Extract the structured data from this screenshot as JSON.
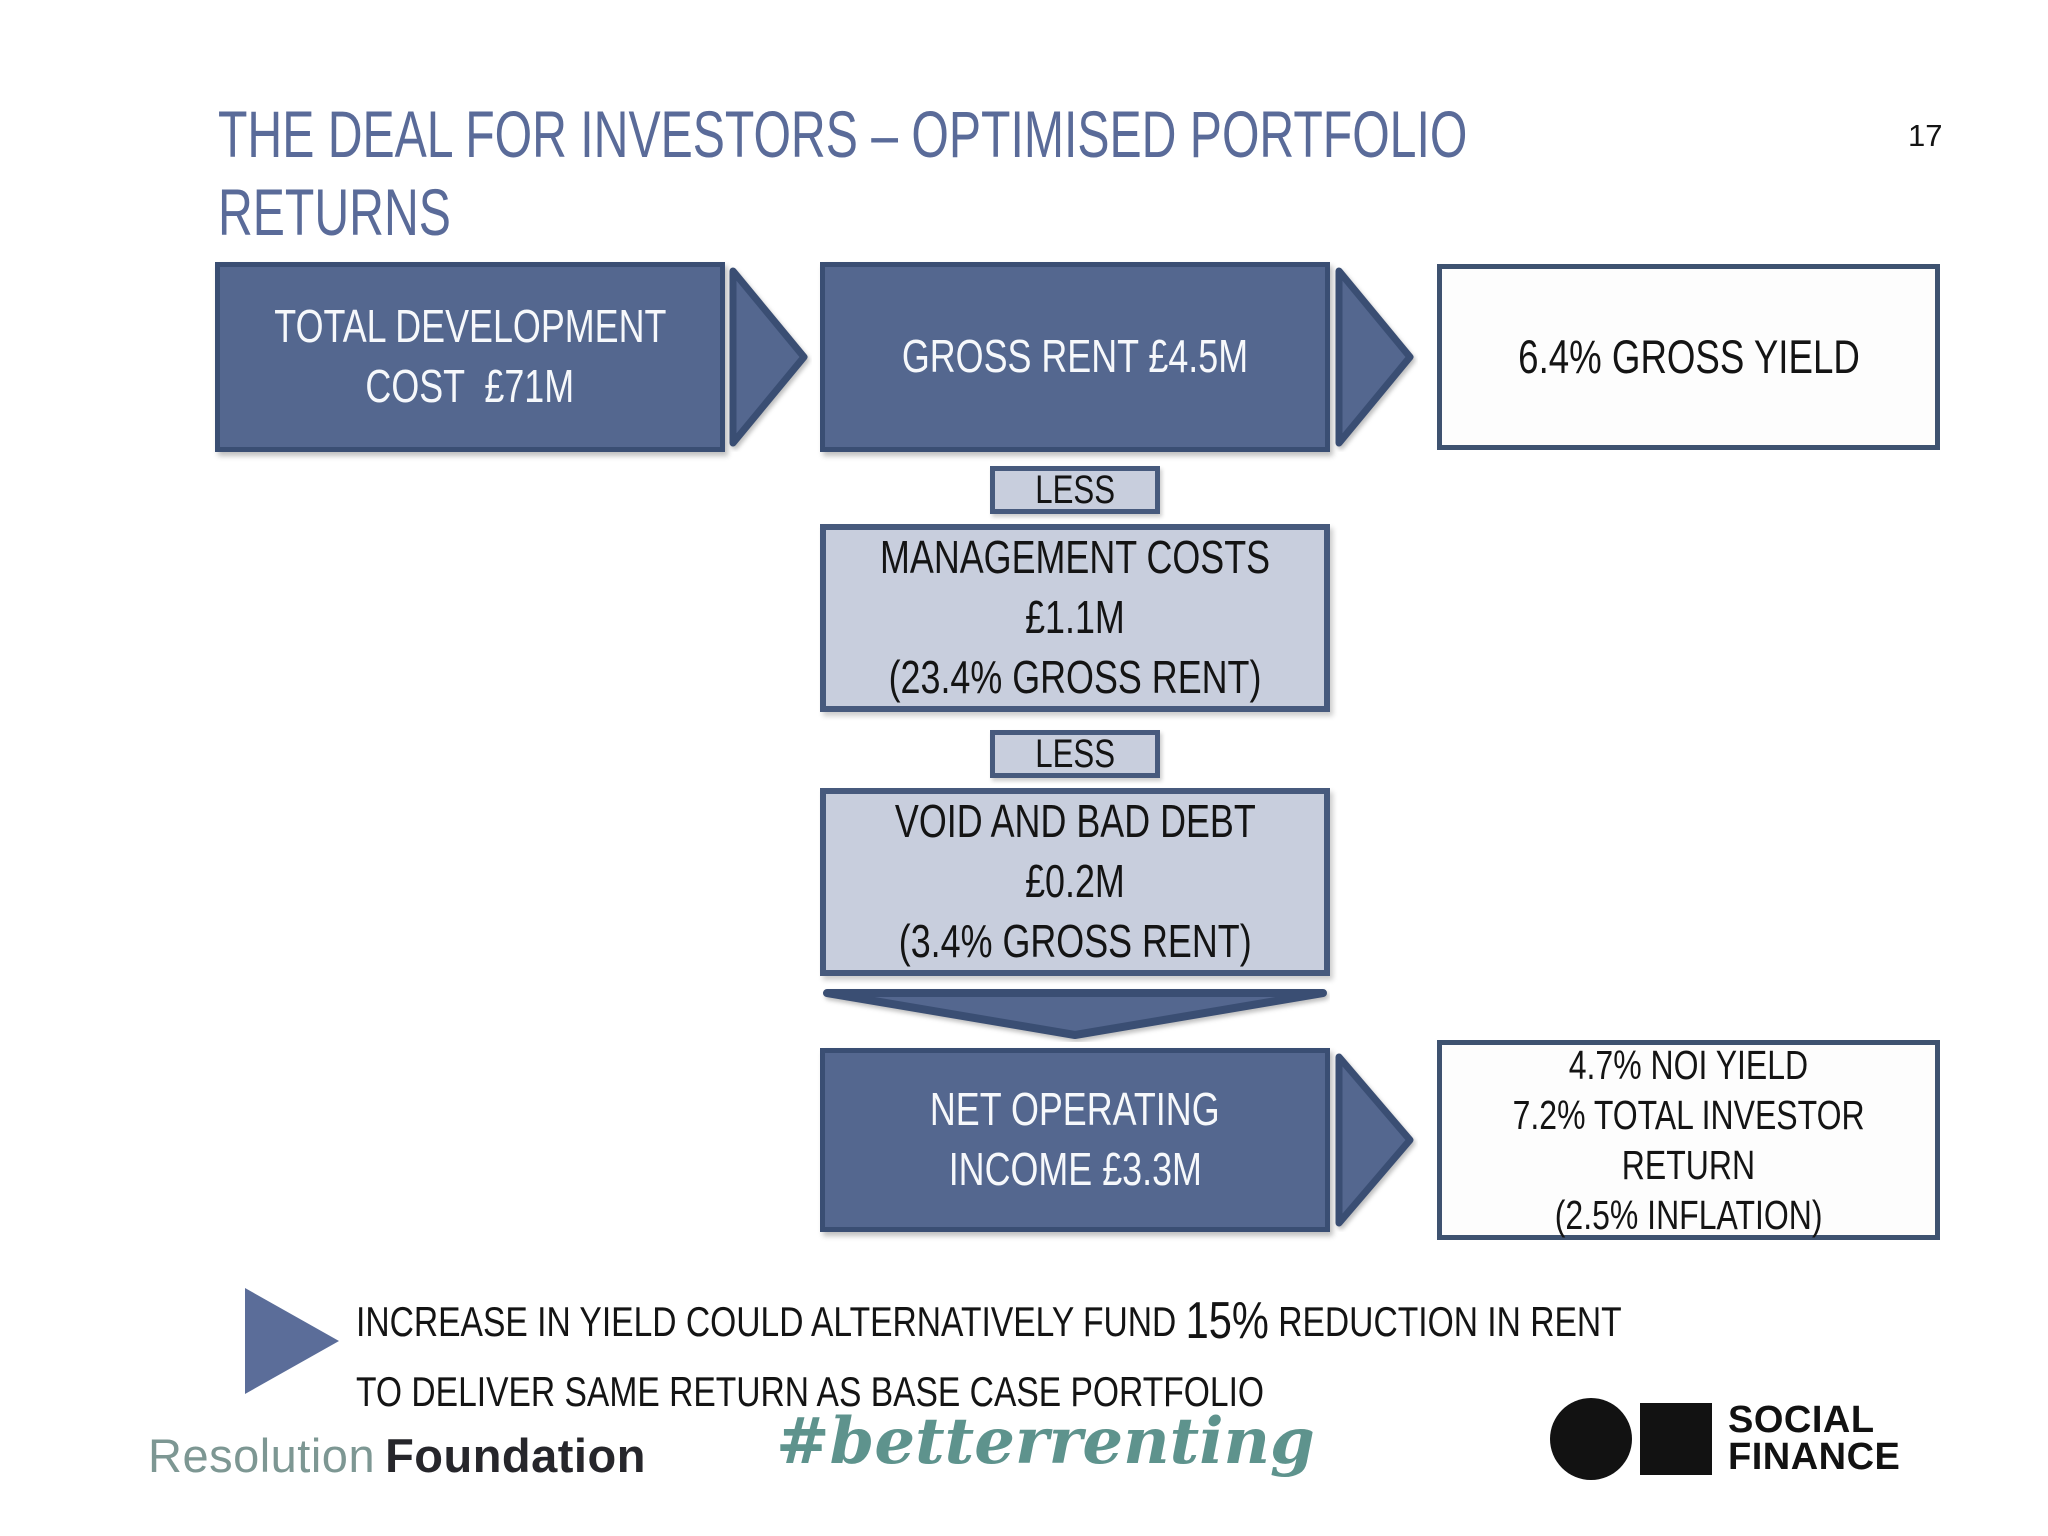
{
  "page": {
    "title_line1": "THE DEAL FOR INVESTORS – OPTIMISED PORTFOLIO",
    "title_line2": "RETURNS",
    "page_number": "17"
  },
  "flow": {
    "total_dev_cost": {
      "lines": [
        "TOTAL DEVELOPMENT",
        "COST  £71M"
      ]
    },
    "gross_rent": {
      "lines": [
        "GROSS RENT £4.5M"
      ]
    },
    "gross_yield": {
      "lines": [
        "6.4% GROSS YIELD"
      ]
    },
    "less_label_1": "LESS",
    "management_costs": {
      "lines": [
        "MANAGEMENT COSTS",
        "£1.1M",
        "(23.4% GROSS RENT)"
      ]
    },
    "less_label_2": "LESS",
    "void_bad_debt": {
      "lines": [
        "VOID AND BAD DEBT",
        "£0.2M",
        "(3.4% GROSS RENT)"
      ]
    },
    "net_operating_income": {
      "lines": [
        "NET OPERATING",
        "INCOME £3.3M"
      ]
    },
    "investor_return": {
      "lines": [
        "4.7% NOI YIELD",
        "7.2% TOTAL INVESTOR",
        "RETURN",
        "(2.5% INFLATION)"
      ]
    }
  },
  "note": {
    "prefix": "INCREASE IN YIELD COULD ALTERNATIVELY FUND ",
    "highlight": "15%",
    "suffix": " REDUCTION IN RENT",
    "line2": "TO DELIVER SAME RETURN AS BASE CASE PORTFOLIO"
  },
  "footer": {
    "resolution_word1": "Resolution",
    "resolution_word2": "Foundation",
    "hashtag": "#betterrenting",
    "social_finance_line1": "SOCIAL",
    "social_finance_line2": "FINANCE"
  },
  "colors": {
    "dark_fill": "#54678f",
    "dark_border": "#3a4e73",
    "light_fill": "#c8cedd",
    "light_border": "#475a7d",
    "title_color": "#5a6b99",
    "teal": "#5e938d",
    "res_gray": "#7d9793"
  }
}
